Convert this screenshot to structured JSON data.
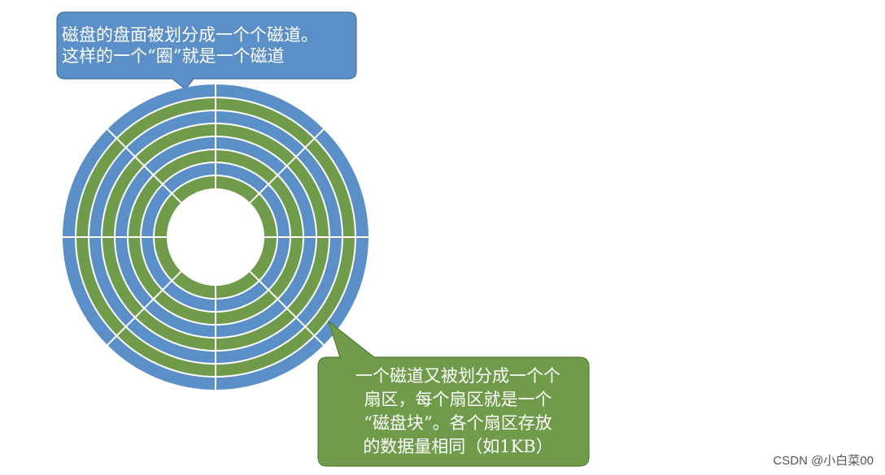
{
  "callout_top": {
    "lines": [
      "磁盘的盘面被划分成一个个磁道。",
      "这样的一个“圈”就是一个磁道"
    ],
    "color": "#5b8fc7"
  },
  "callout_bottom": {
    "lines": [
      "一个磁道又被划分成一个个",
      "扇区，每个扇区就是一个",
      "“磁盘块”。各个扇区存放",
      "的数据量相同（如1KB）"
    ],
    "color": "#6f9b4a"
  },
  "disk": {
    "track_colors": [
      "#5b8fc7",
      "#6f9b4a",
      "#5b8fc7",
      "#6f9b4a",
      "#5b8fc7",
      "#6f9b4a",
      "#5b8fc7",
      "#6f9b4a"
    ],
    "sector_count": 8,
    "divider_color": "#ffffff"
  },
  "watermark": "CSDN @小白菜00"
}
